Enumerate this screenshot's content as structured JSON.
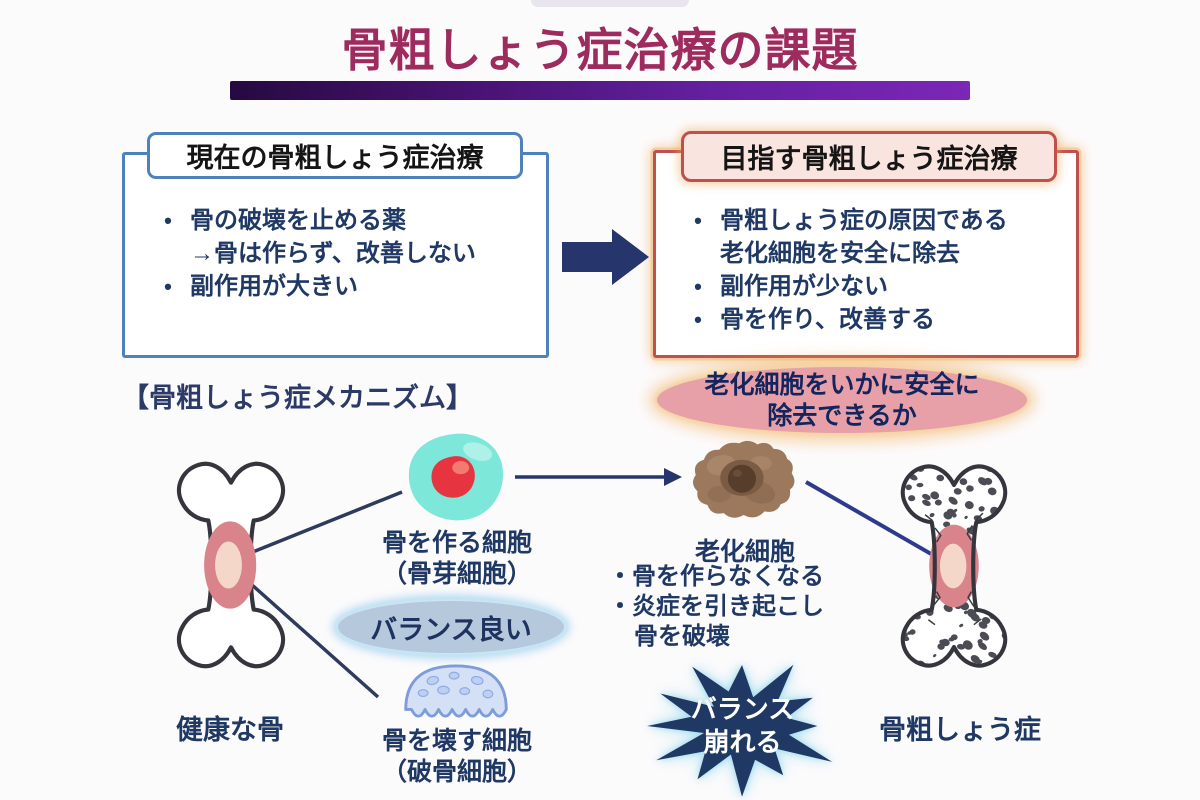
{
  "title": {
    "text": "骨粗しょう症治療の課題"
  },
  "boxes": {
    "current": {
      "header": "現在の骨粗しょう症治療",
      "marker": "•",
      "bullet1_line1": "骨の破壊を止める薬",
      "bullet1_line2": "→骨は作らず、改善しない",
      "bullet2": "副作用が大きい"
    },
    "target": {
      "header": "目指す骨粗しょう症治療",
      "marker": "•",
      "bullet1_line1": "骨粗しょう症の原因である",
      "bullet1_line2": "老化細胞を安全に除去",
      "bullet2": "副作用が少ない",
      "bullet3": "骨を作り、改善する"
    }
  },
  "mechanism": {
    "section_label": "【骨粗しょう症メカニズム】",
    "highlight_line1": "老化細胞をいかに安全に",
    "highlight_line2": "除去できるか",
    "healthy_bone_label": "健康な骨",
    "osteoblast_line1": "骨を作る細胞",
    "osteoblast_line2": "（骨芽細胞）",
    "balance_good": "バランス良い",
    "osteoclast_line1": "骨を壊す細胞",
    "osteoclast_line2": "（破骨細胞）",
    "senescent_label": "老化細胞",
    "senescent_b1": "・骨を作らなくなる",
    "senescent_b2": "・炎症を引き起こし",
    "senescent_b3": "骨を破壊",
    "balance_broken_line1": "バランス",
    "balance_broken_line2": "崩れる",
    "osteoporosis_label": "骨粗しょう症"
  },
  "colors": {
    "title": "#9e2b5e",
    "current_border": "#4f81bd",
    "target_border": "#c0504d",
    "body_text": "#1f3864",
    "arrow_navy": "#26356b",
    "bar_gradient_start": "#250a40",
    "bar_gradient_end": "#7b27b7"
  }
}
